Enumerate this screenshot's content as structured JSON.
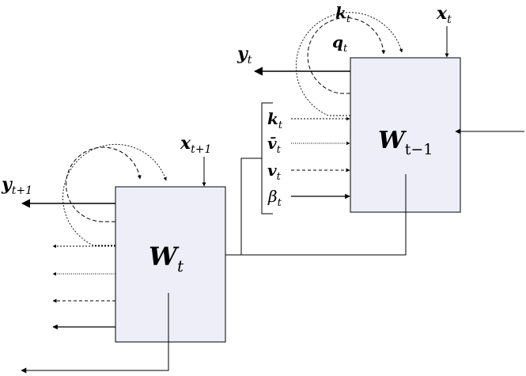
{
  "blocks": {
    "prev": {
      "matrix": "W",
      "sub": "t−1"
    },
    "curr": {
      "matrix": "W",
      "sub": "t"
    }
  },
  "inputs": {
    "x_t": {
      "base": "x",
      "sub": "t"
    },
    "x_t1": {
      "base": "x",
      "sub": "t+1"
    }
  },
  "outputs": {
    "y_t": {
      "base": "y",
      "sub": "t"
    },
    "y_t1": {
      "base": "y",
      "sub": "t+1"
    }
  },
  "loop": {
    "k_t": {
      "base": "k",
      "sub": "t"
    },
    "q_t": {
      "base": "q",
      "sub": "t"
    }
  },
  "signals": {
    "k": {
      "base": "k",
      "sub": "t"
    },
    "vbar": {
      "base": "v̄",
      "sub": "t"
    },
    "v": {
      "base": "v",
      "sub": "t"
    },
    "beta": {
      "base": "β",
      "sub": "t"
    }
  },
  "colors": {
    "block_fill": "#eeeef8",
    "stroke": "#000000"
  }
}
